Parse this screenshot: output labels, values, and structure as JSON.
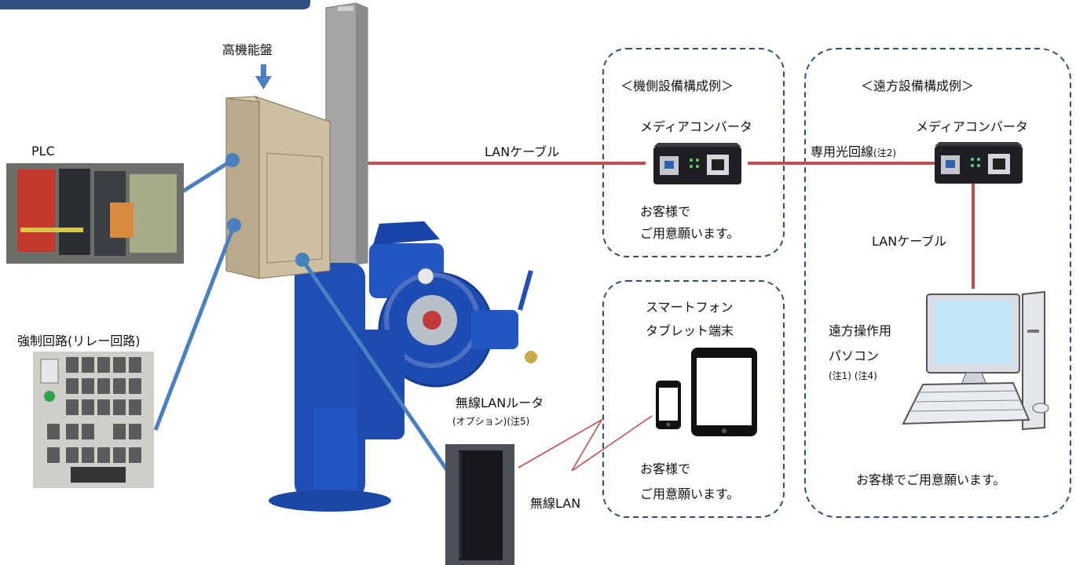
{
  "labels": {
    "high_panel": "高機能盤",
    "plc": "PLC",
    "relay": "強制回路(リレー回路)",
    "lan_cable_left": "LANケーブル",
    "local_title": "＜機側設備構成例＞",
    "mc_local": "メディアコンバータ",
    "local_prep_1": "お客様で",
    "local_prep_2": "ご用意願います。",
    "remote_title": "＜遠方設備構成例＞",
    "mc_remote": "メディアコンバータ",
    "dedicated_line": "専用光回線",
    "note2": "(注2)",
    "lan_cable_right": "LANケーブル",
    "pc_1": "遠方操作用",
    "pc_2": "パソコン",
    "pc_notes": "(注1)  (注4)",
    "remote_prep": "お客様でご用意願います。",
    "phone_1": "スマートフォン",
    "phone_2": "タブレット端末",
    "mobile_prep_1": "お客様で",
    "mobile_prep_2": "ご用意願います。",
    "router_1": "無線LANルータ",
    "router_2": "(オプション)(注5)",
    "wireless": "無線LAN"
  },
  "colors": {
    "arrow_blue": "#4a7fc0",
    "cable_red": "#c0504d",
    "dash_navy": "#2f4f7f",
    "actuator_blue": "#1f4fb5",
    "panel_beige": "#c8b99a",
    "pillar_gray": "#9c9c9c"
  }
}
